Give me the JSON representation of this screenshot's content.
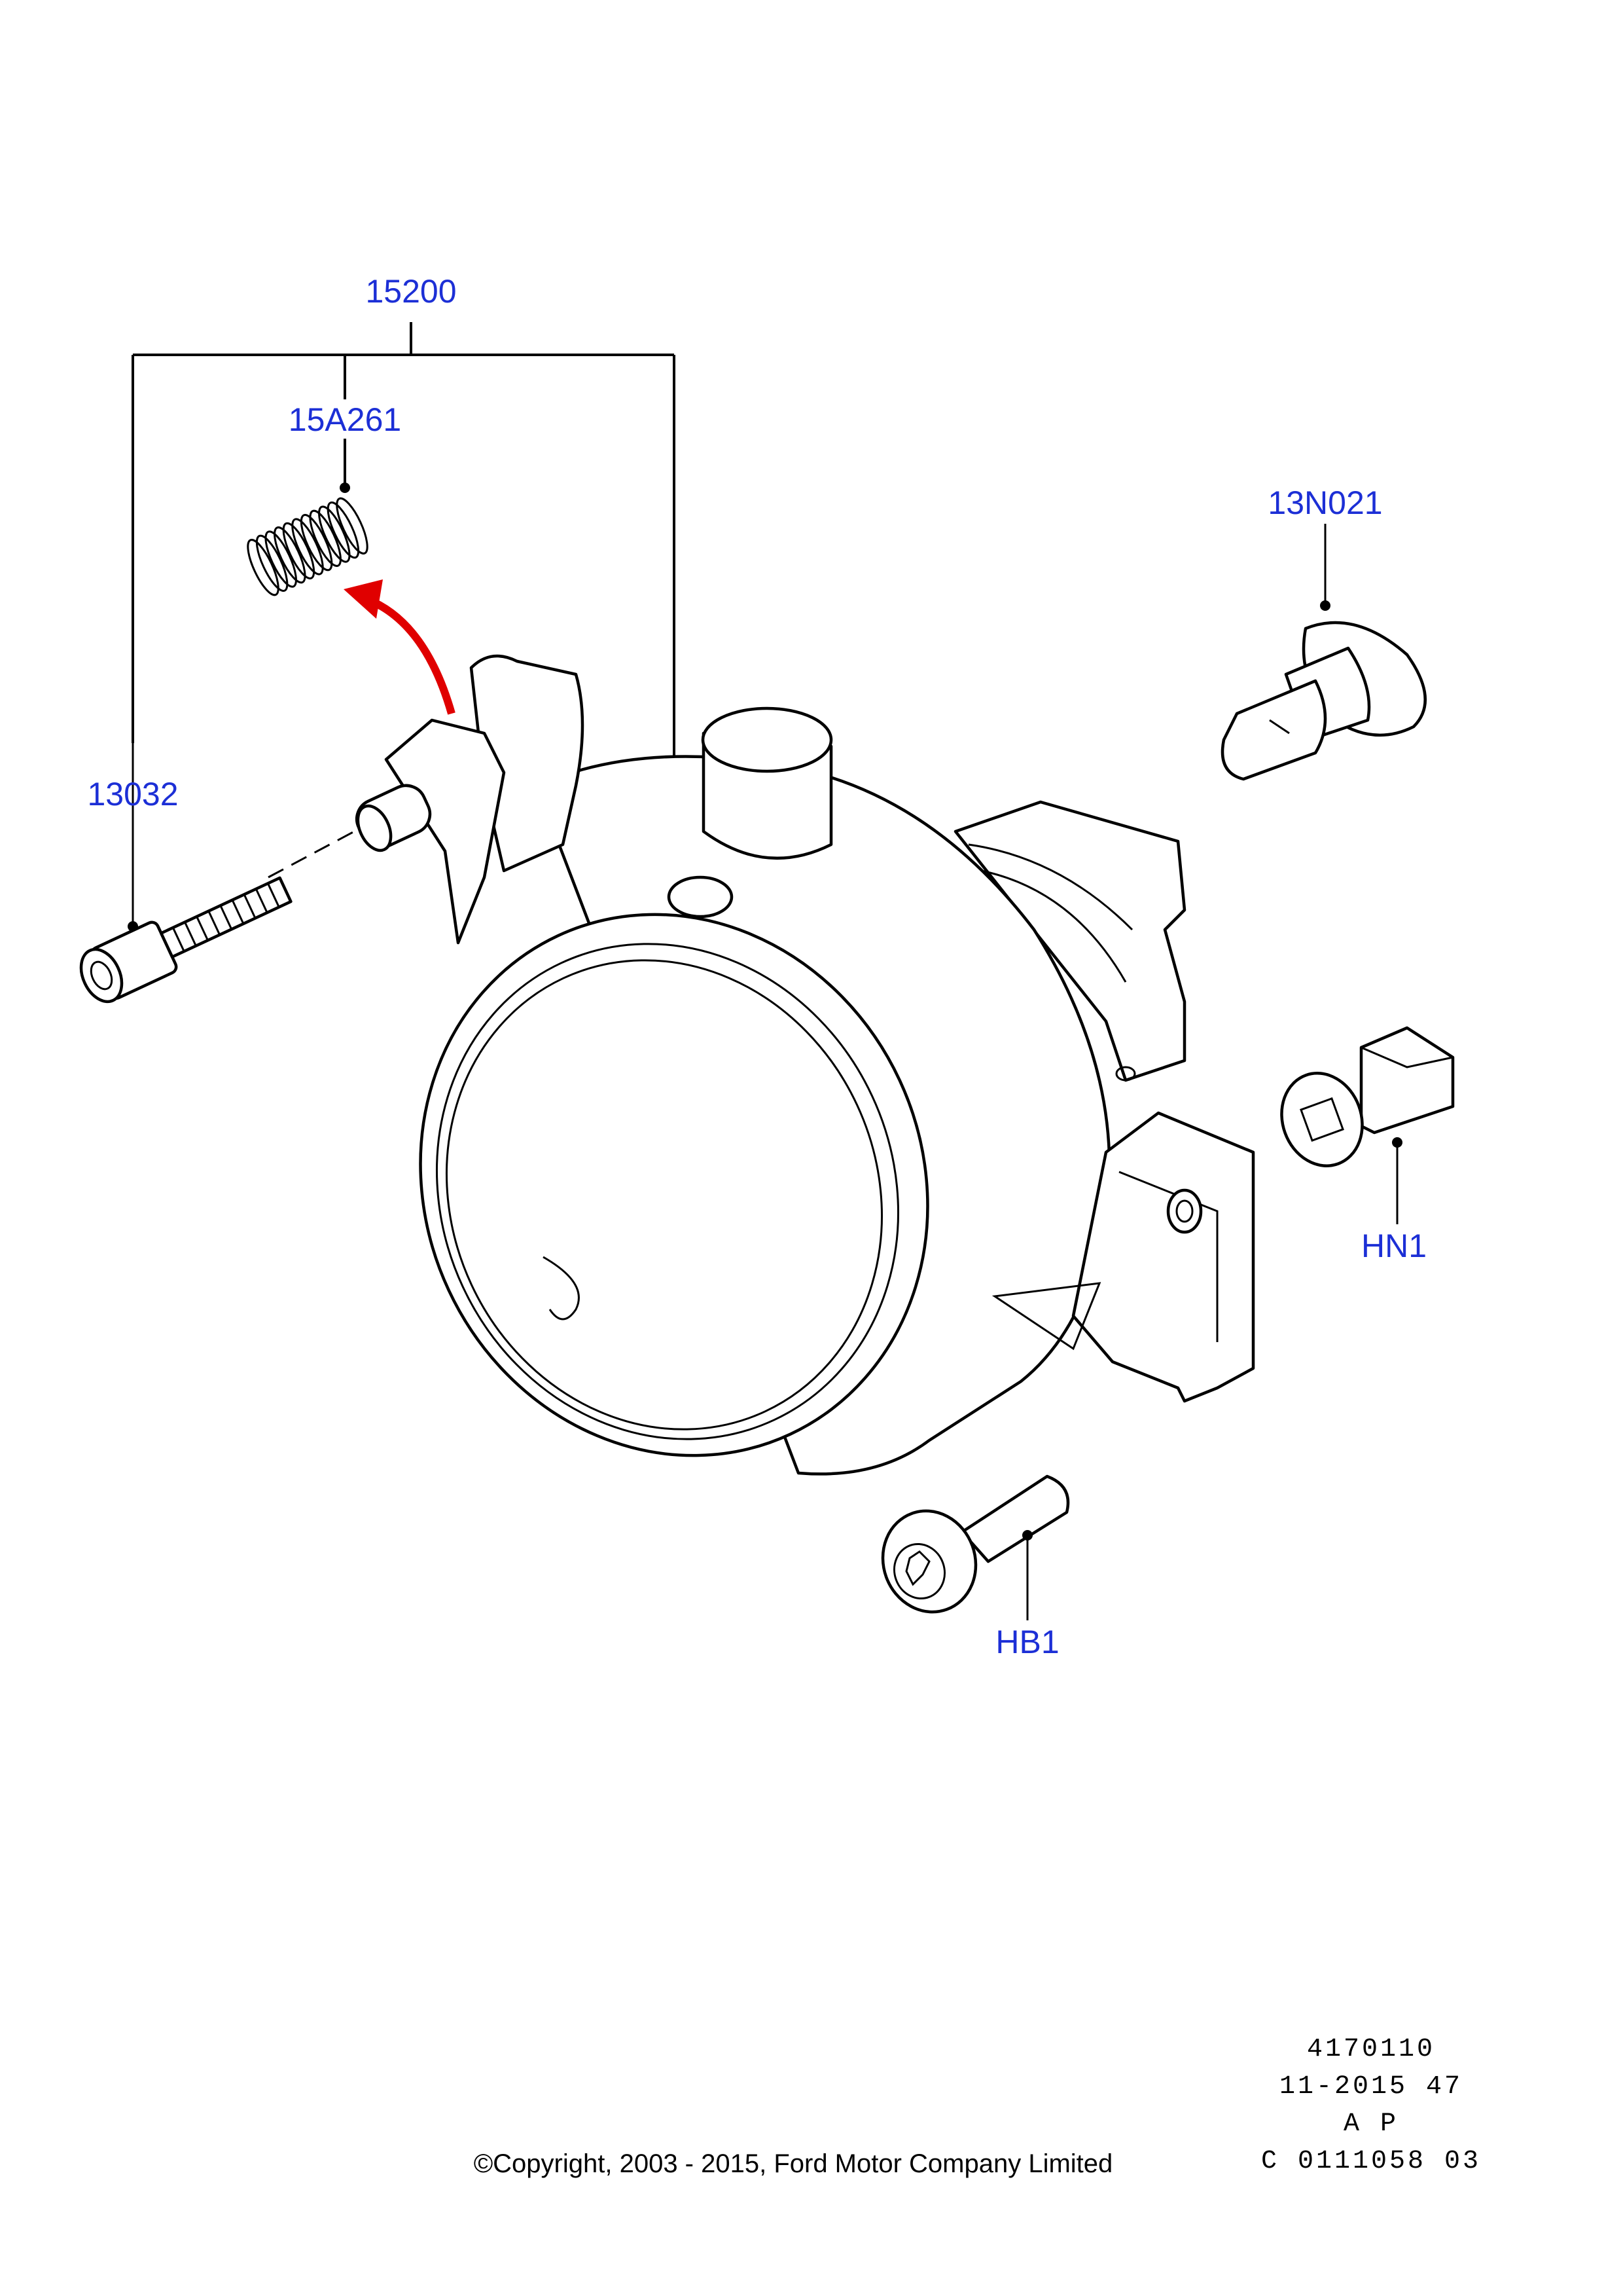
{
  "parts": {
    "assembly": "15200",
    "spring": "15A261",
    "screw": "13032",
    "bulb": "13N021",
    "connector": "HN1",
    "bolt": "HB1"
  },
  "meta": {
    "line1": "4170110",
    "line2": "11-2015 47",
    "line3": "A P",
    "line4": "C 0111058 03"
  },
  "copyright": "©Copyright, 2003 - 2015, Ford Motor Company Limited",
  "colors": {
    "label": "#1c2fd6",
    "arrow": "#e00000",
    "line": "#000000"
  }
}
